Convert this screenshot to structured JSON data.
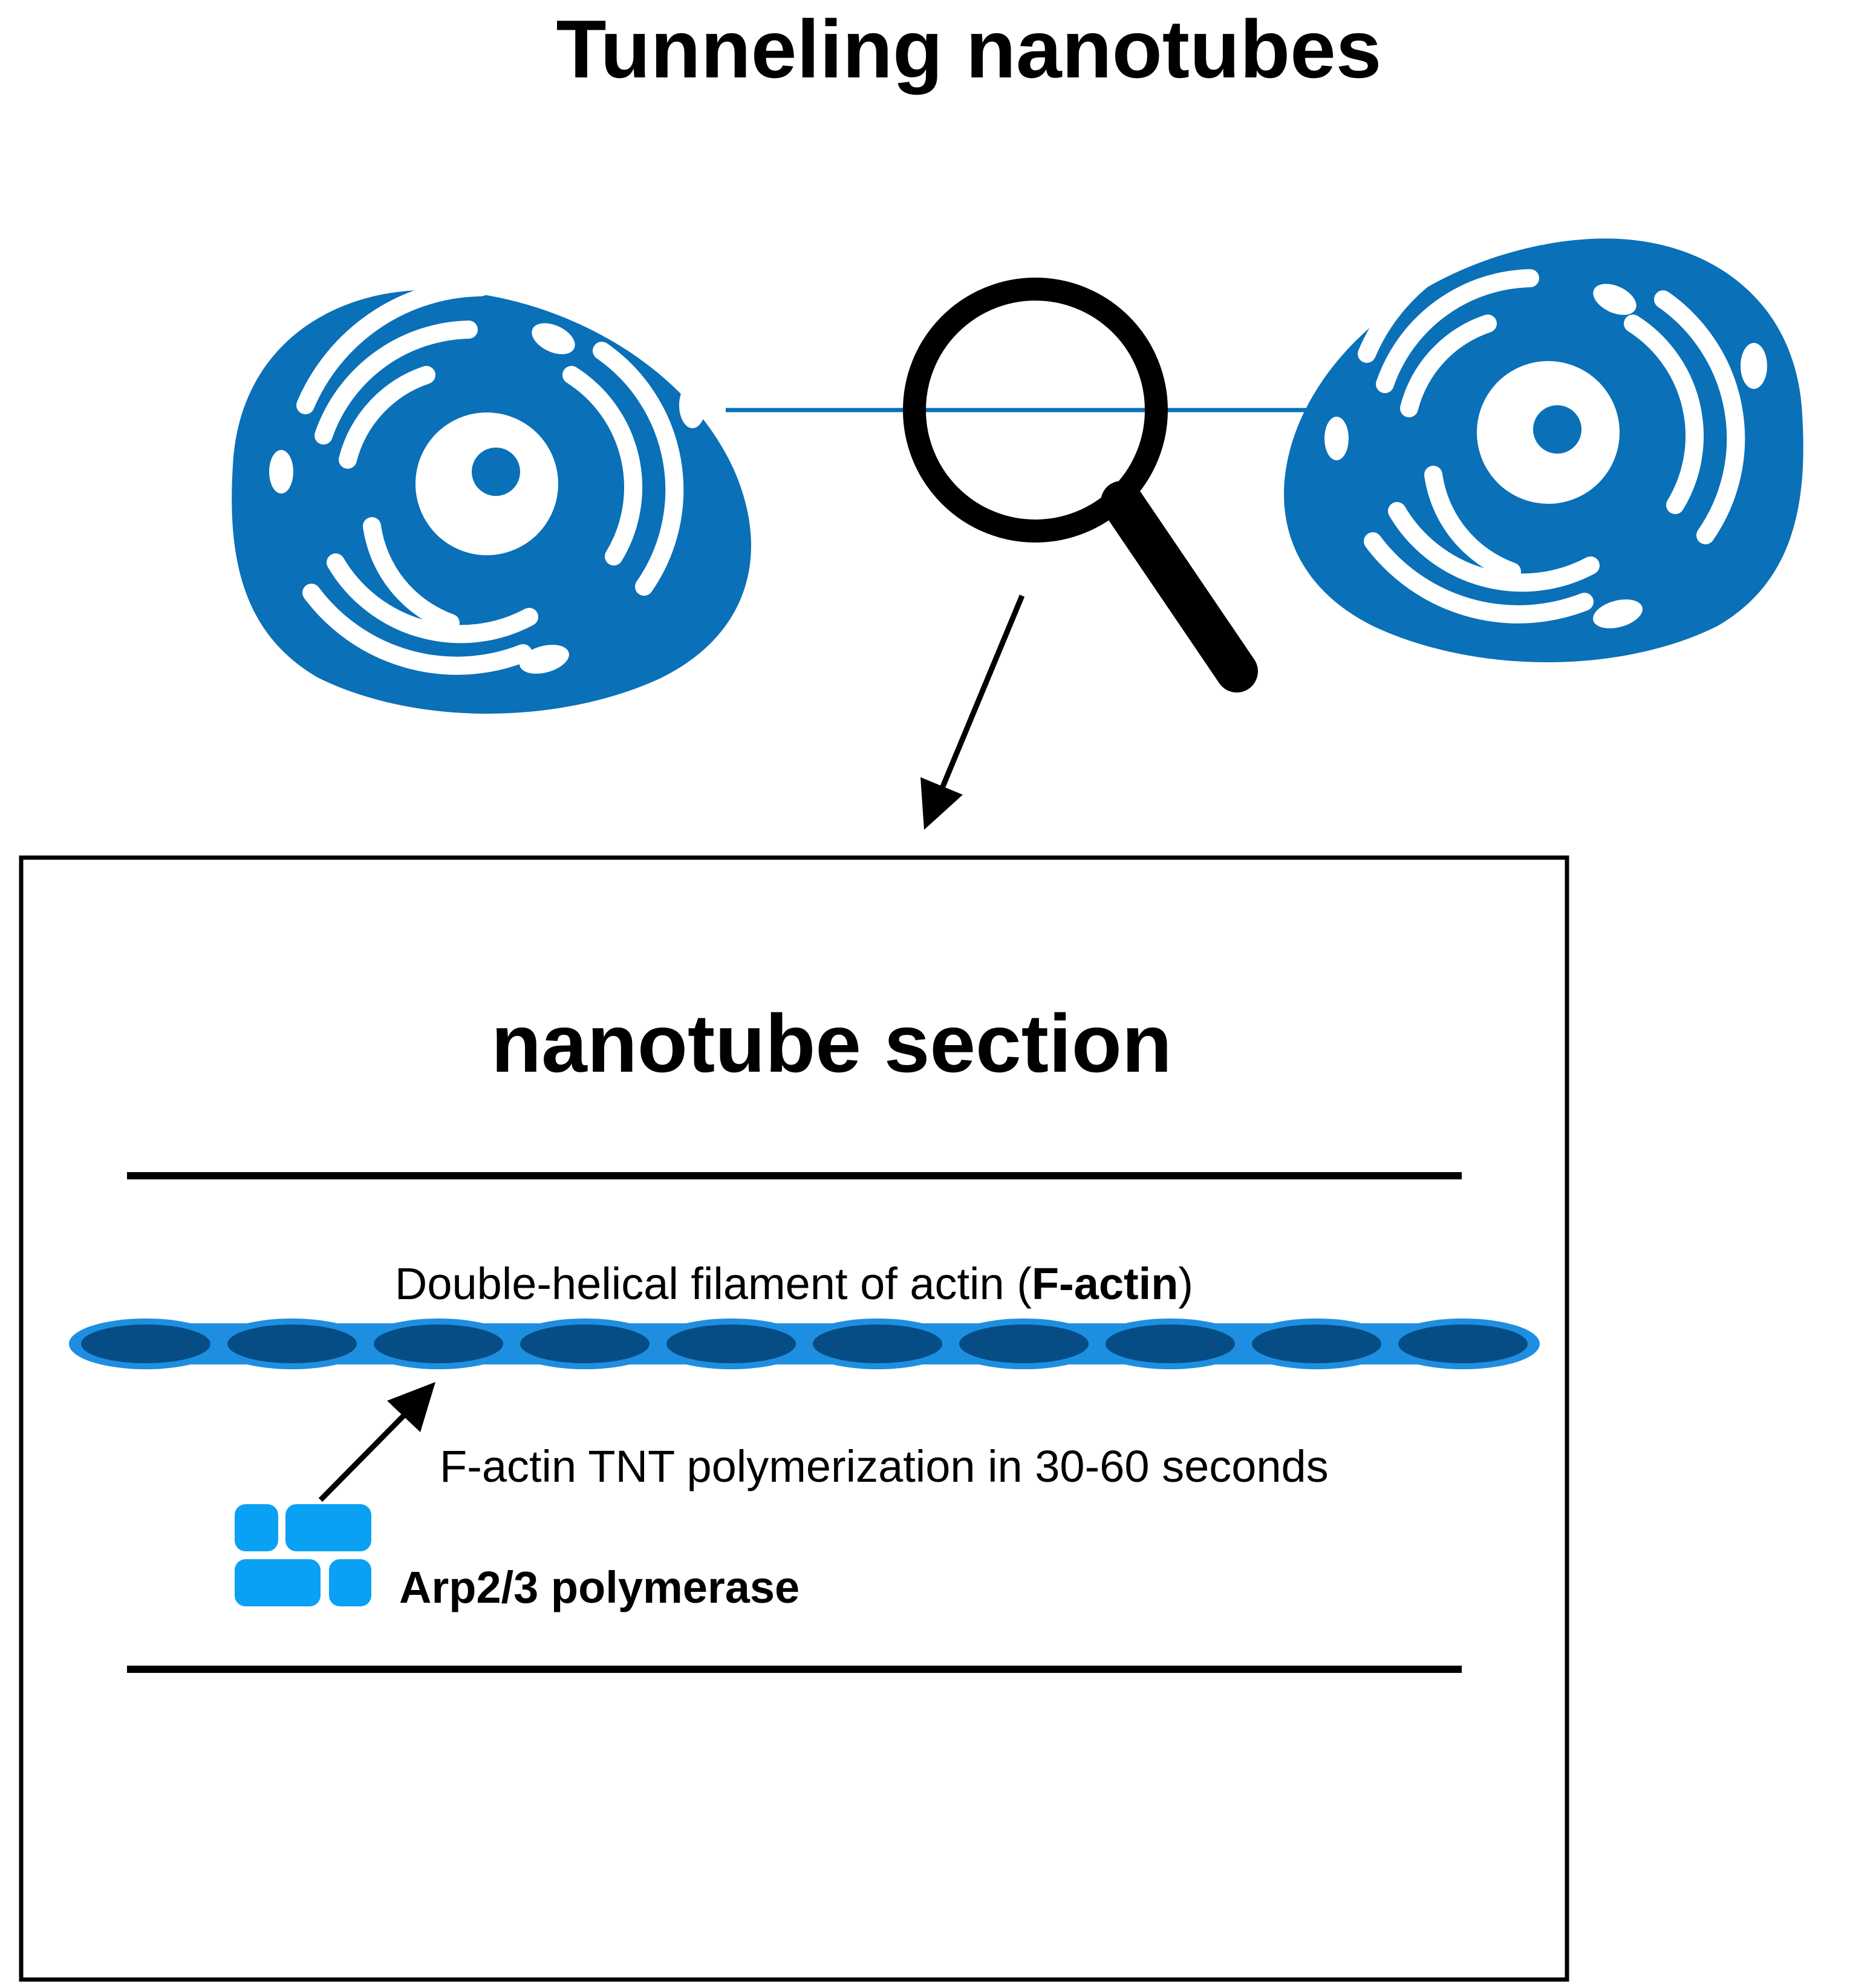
{
  "title": "Tunneling nanotubes",
  "section": {
    "title": "nanotube section",
    "filament_label_main": "Double-helical filament of actin (",
    "filament_label_bold": "F-actin",
    "filament_label_end": ")",
    "polymerization_note": "F-actin TNT polymerization in 30-60 seconds",
    "arp_label": "Arp2/3 polymerase"
  },
  "icons": {
    "cell_left": "cell-icon",
    "cell_right": "cell-icon",
    "magnifier": "magnifying-glass-icon",
    "arp": "arp2-3-complex-icon"
  },
  "colors": {
    "cell_blue": "#0a70b8",
    "filament_dark": "#064d86",
    "filament_light": "#1e8fe0",
    "arp_blue": "#0aa1f5",
    "black": "#000000"
  }
}
